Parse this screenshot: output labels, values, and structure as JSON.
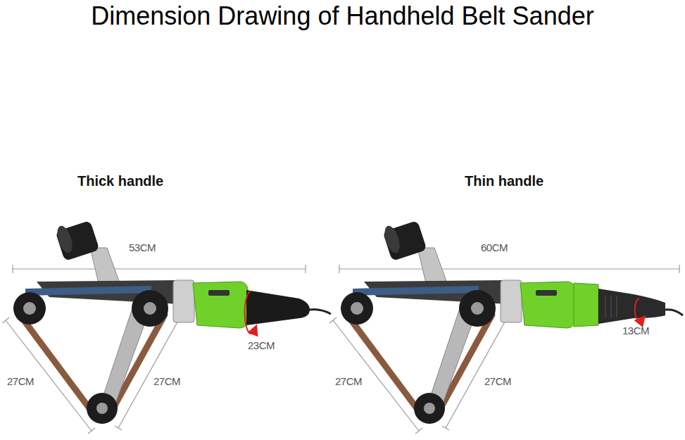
{
  "diagram": {
    "title": "Dimension Drawing of Handheld Belt Sander",
    "labels": [
      "Thick handle",
      "53CM",
      "23CM",
      "27CM",
      "27CM",
      "Thin handle",
      "60CM",
      "13CM",
      "27CM",
      "27CM"
    ]
  }
}
